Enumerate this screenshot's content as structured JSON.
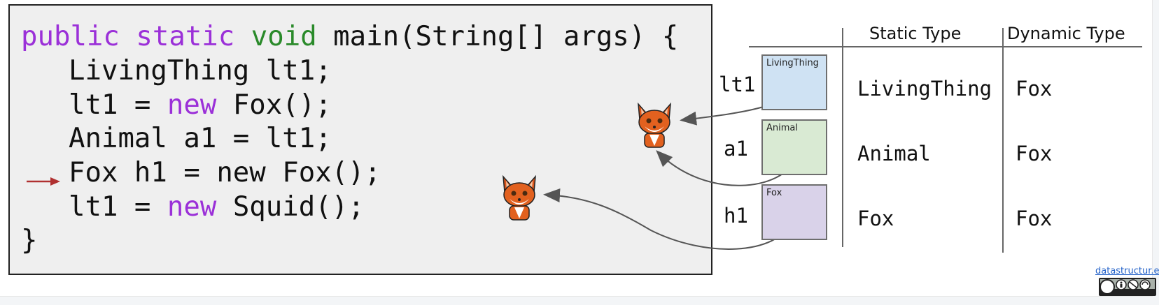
{
  "code": {
    "line1": {
      "kw1": "public",
      "kw2": "static",
      "kw3": "void",
      "rest": " main(String[] args) {"
    },
    "line2": "LivingThing lt1;",
    "line3": {
      "pre": "lt1 = ",
      "kw": "new",
      "post": " Fox();"
    },
    "line4": "Animal a1 = lt1;",
    "line5": "Fox h1 = new Fox();",
    "line6": {
      "pre": "lt1 = ",
      "kw": "new",
      "post": " Squid();"
    },
    "line7": "}",
    "colors": {
      "keyword": "#9b30d8",
      "void": "#2a8a2a",
      "arrow": "#b03030"
    }
  },
  "variables": [
    {
      "name": "lt1",
      "box_label": "LivingThing",
      "box_color": "#cfe2f3",
      "static_type": "LivingThing",
      "dynamic_type": "Fox"
    },
    {
      "name": "a1",
      "box_label": "Animal",
      "box_color": "#d9ead3",
      "static_type": "Animal",
      "dynamic_type": "Fox"
    },
    {
      "name": "h1",
      "box_label": "Fox",
      "box_color": "#d9d2e9",
      "static_type": "Fox",
      "dynamic_type": "Fox"
    }
  ],
  "table": {
    "static_header": "Static Type",
    "dynamic_header": "Dynamic Type"
  },
  "objects": [
    {
      "icon": "fox-icon"
    },
    {
      "icon": "fox-icon"
    }
  ],
  "footer": {
    "credit": "datastructur.es",
    "license": "cc-by-nc-sa-icon"
  }
}
